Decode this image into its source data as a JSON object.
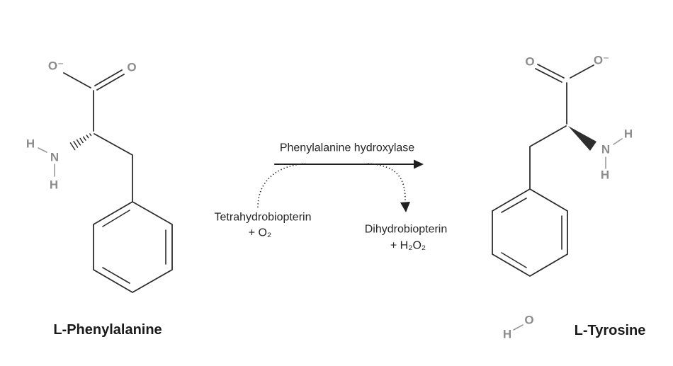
{
  "diagram": {
    "reactant": {
      "name": "L-Phenylalanine",
      "atoms": {
        "carboxylate_o": "O⁻",
        "carbonyl_o": "O",
        "amine_n": "N",
        "amine_h_side": "H",
        "amine_h_bottom": "H"
      }
    },
    "product": {
      "name": "L-Tyrosine",
      "atoms": {
        "carbonyl_o": "O",
        "carboxylate_o": "O⁻",
        "amine_n": "N",
        "amine_h_side": "H",
        "amine_h_bottom": "H",
        "hydroxyl_o": "O",
        "hydroxyl_h": "H"
      }
    },
    "reaction": {
      "enzyme": "Phenylalanine hydroxylase",
      "inputs": {
        "line1": "Tetrahydrobiopterin",
        "line2": "+ O₂"
      },
      "outputs": {
        "line1": "Dihydrobiopterin",
        "line2": "+ H₂O₂"
      }
    },
    "colors": {
      "background": "#ffffff",
      "bond": "#2d2d2d",
      "heteroatom": "#8c8c8c",
      "label": "#1a1a1a"
    }
  }
}
